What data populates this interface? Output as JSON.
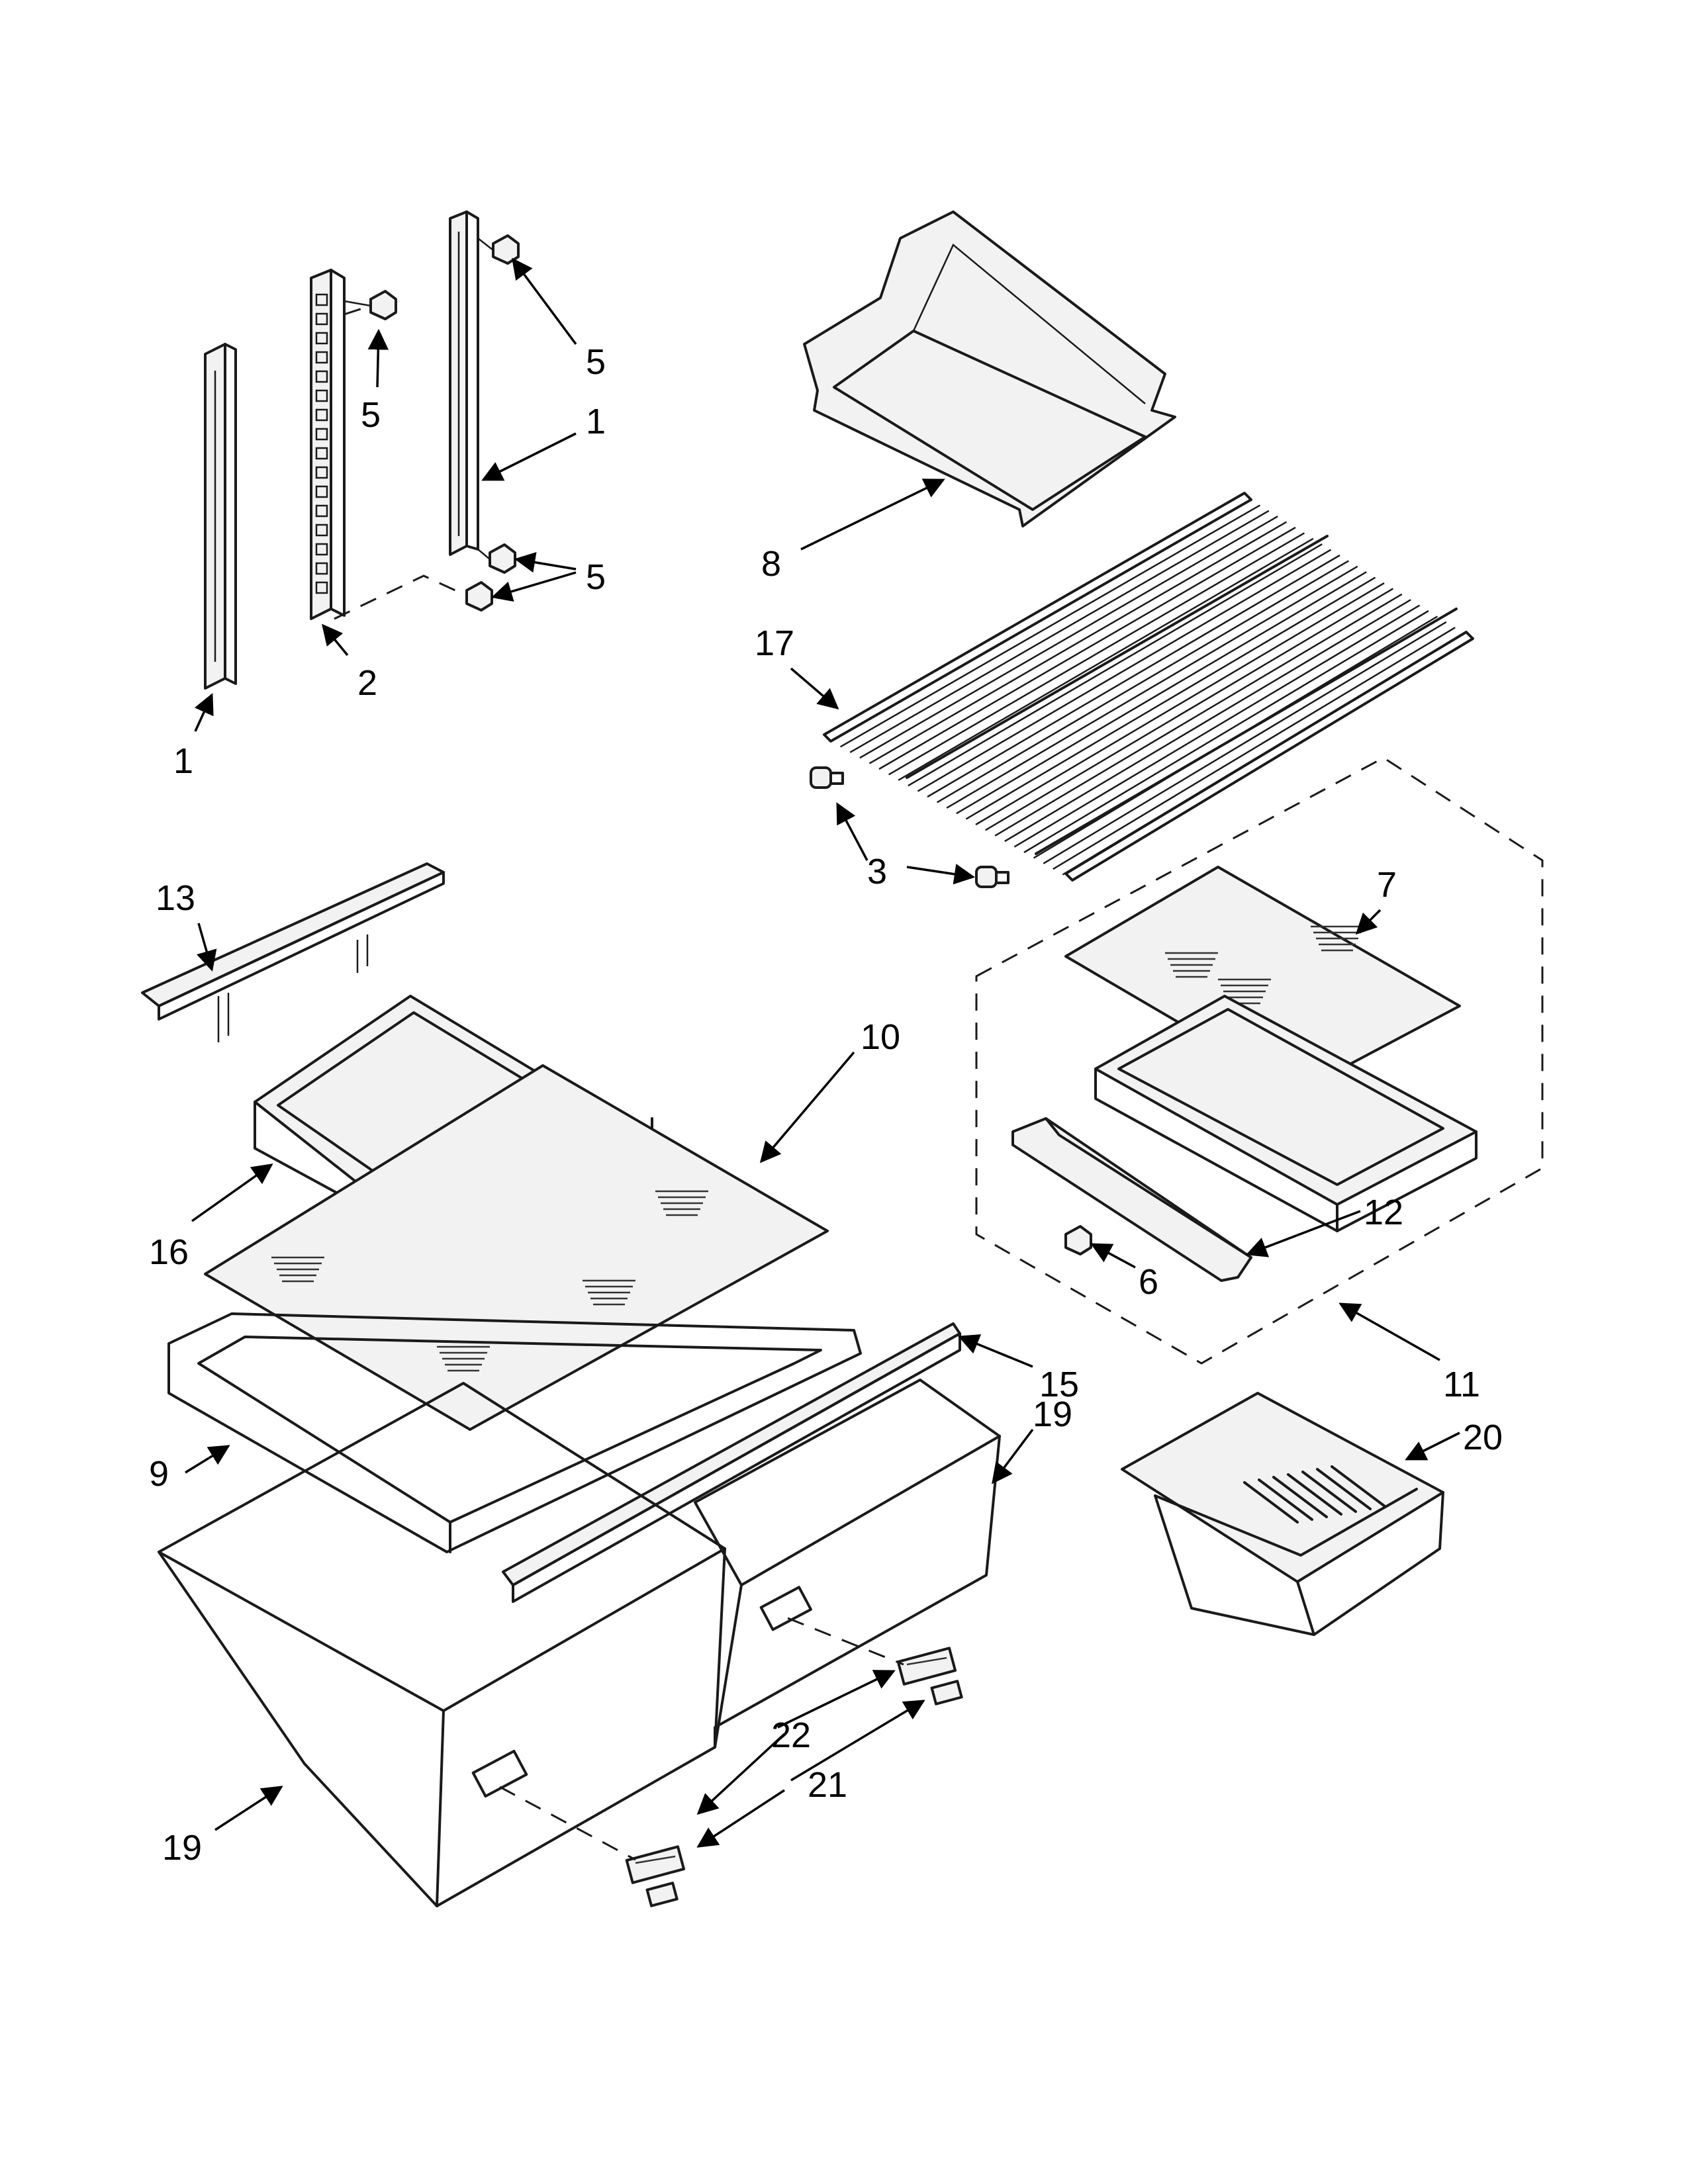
{
  "callouts": [
    {
      "id": "c1a",
      "text": "1"
    },
    {
      "id": "c1b",
      "text": "1"
    },
    {
      "id": "c2",
      "text": "2"
    },
    {
      "id": "c3",
      "text": "3"
    },
    {
      "id": "c5a",
      "text": "5"
    },
    {
      "id": "c5b",
      "text": "5"
    },
    {
      "id": "c5c",
      "text": "5"
    },
    {
      "id": "c6",
      "text": "6"
    },
    {
      "id": "c7",
      "text": "7"
    },
    {
      "id": "c8",
      "text": "8"
    },
    {
      "id": "c9",
      "text": "9"
    },
    {
      "id": "c10",
      "text": "10"
    },
    {
      "id": "c11",
      "text": "11"
    },
    {
      "id": "c12",
      "text": "12"
    },
    {
      "id": "c13",
      "text": "13"
    },
    {
      "id": "c15",
      "text": "15"
    },
    {
      "id": "c16",
      "text": "16"
    },
    {
      "id": "c17",
      "text": "17"
    },
    {
      "id": "c19a",
      "text": "19"
    },
    {
      "id": "c19b",
      "text": "19"
    },
    {
      "id": "c20",
      "text": "20"
    },
    {
      "id": "c21",
      "text": "21"
    },
    {
      "id": "c22",
      "text": "22"
    }
  ],
  "colors": {
    "line": "#1a1a1a",
    "background": "#ffffff"
  }
}
